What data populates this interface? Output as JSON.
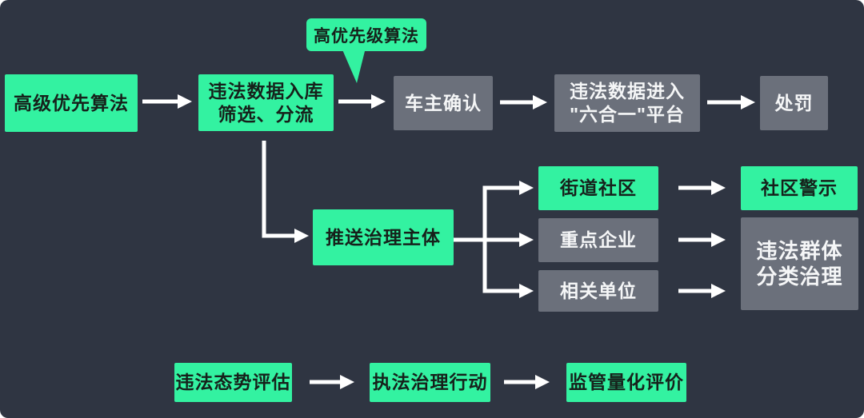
{
  "colors": {
    "background": "#2F3542",
    "node_green": "#33F2A1",
    "node_gray": "#6B707B",
    "arrow_white": "#FFFFFF",
    "text_on_green": "#16211B",
    "text_on_gray": "#F5F6F7"
  },
  "callout": {
    "label": "高优先级算法"
  },
  "nodes": {
    "advanced_algorithm": "高级优先算法",
    "data_intake": "违法数据入库\n筛选、分流",
    "owner_confirm": "车主确认",
    "platform": "违法数据进入\n\"六合一\"平台",
    "punish": "处罚",
    "push_subject": "推送治理主体",
    "street_community": "街道社区",
    "key_enterprise": "重点企业",
    "related_unit": "相关单位",
    "community_warning": "社区警示",
    "group_governance": "违法群体\n分类治理",
    "situation_assess": "违法态势评估",
    "enforcement_action": "执法治理行动",
    "quantified_eval": "监管量化评价"
  },
  "edges": [
    {
      "from": "高级优先算法",
      "to": "违法数据入库筛选、分流"
    },
    {
      "from": "高优先级算法",
      "to": "违法数据入库筛选、分流",
      "type": "callout"
    },
    {
      "from": "违法数据入库筛选、分流",
      "to": "车主确认"
    },
    {
      "from": "车主确认",
      "to": "违法数据进入\"六合一\"平台"
    },
    {
      "from": "违法数据进入\"六合一\"平台",
      "to": "处罚"
    },
    {
      "from": "违法数据入库筛选、分流",
      "to": "推送治理主体"
    },
    {
      "from": "推送治理主体",
      "to": "街道社区"
    },
    {
      "from": "推送治理主体",
      "to": "重点企业"
    },
    {
      "from": "推送治理主体",
      "to": "相关单位"
    },
    {
      "from": "街道社区",
      "to": "社区警示"
    },
    {
      "from": "重点企业",
      "to": "违法群体分类治理"
    },
    {
      "from": "相关单位",
      "to": "违法群体分类治理"
    },
    {
      "from": "违法态势评估",
      "to": "执法治理行动"
    },
    {
      "from": "执法治理行动",
      "to": "监管量化评价"
    }
  ]
}
